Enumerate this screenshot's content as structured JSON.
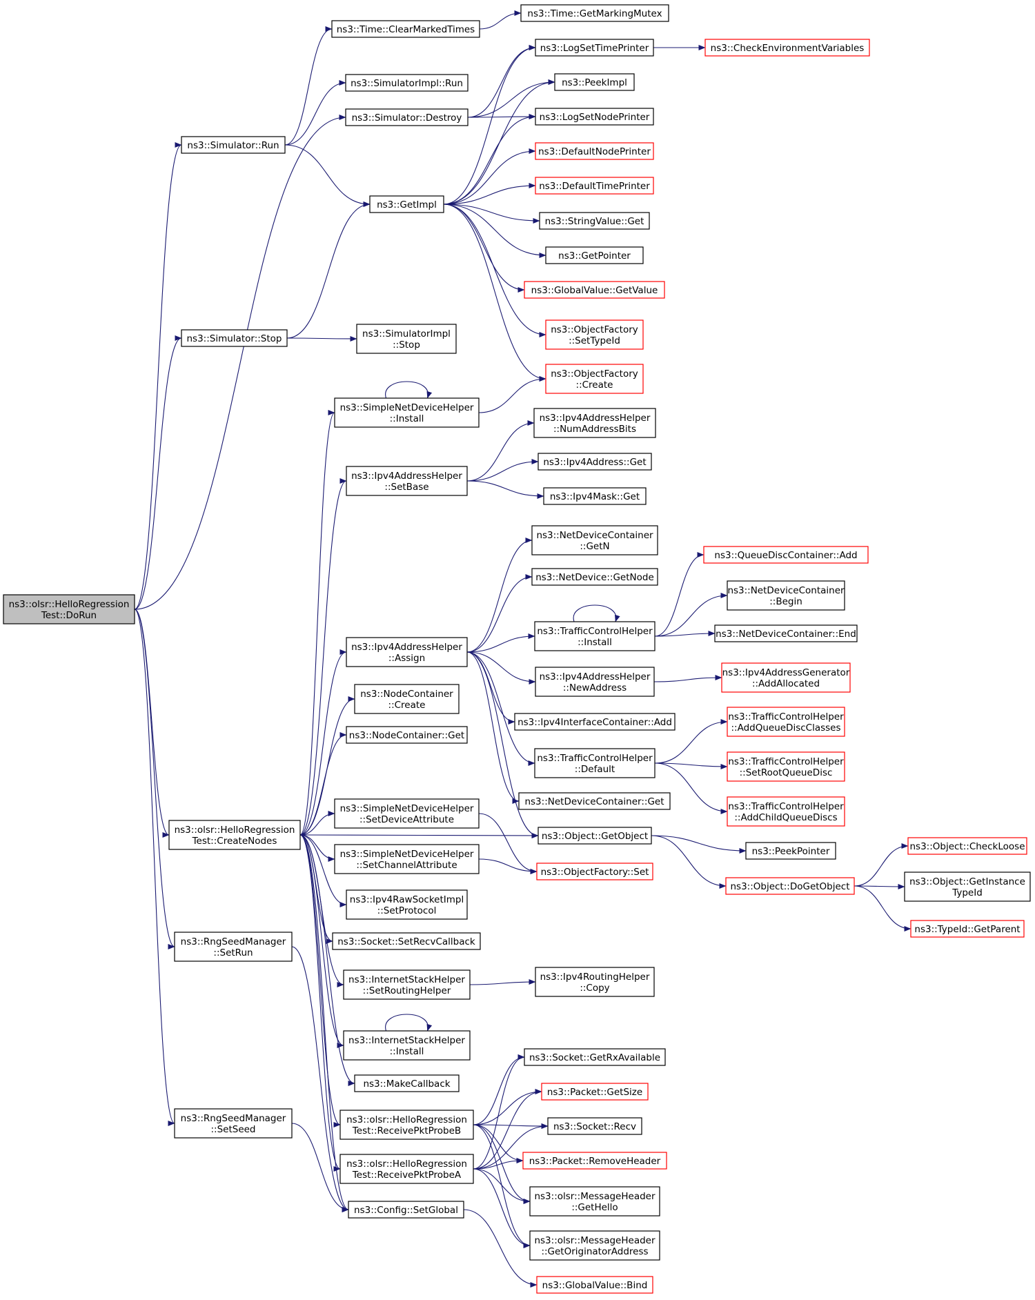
{
  "graph": {
    "title": "",
    "colors": {
      "edge": "#191970",
      "node_border": "#000000",
      "node_truncated_border": "#ff0000",
      "root_fill": "#bfbfbf",
      "node_fill": "#ffffff"
    },
    "nodes": [
      {
        "id": "root",
        "lines": [
          "ns3::olsr::HelloRegression",
          "Test::DoRun"
        ],
        "style": "root"
      },
      {
        "id": "sim_run",
        "lines": [
          "ns3::Simulator::Run"
        ],
        "style": "normal"
      },
      {
        "id": "sim_stop",
        "lines": [
          "ns3::Simulator::Stop"
        ],
        "style": "normal"
      },
      {
        "id": "createnodes",
        "lines": [
          "ns3::olsr::HelloRegression",
          "Test::CreateNodes"
        ],
        "style": "normal"
      },
      {
        "id": "rng_setrun",
        "lines": [
          "ns3::RngSeedManager",
          "::SetRun"
        ],
        "style": "normal"
      },
      {
        "id": "rng_setseed",
        "lines": [
          "ns3::RngSeedManager",
          "::SetSeed"
        ],
        "style": "normal"
      },
      {
        "id": "time_clear",
        "lines": [
          "ns3::Time::ClearMarkedTimes"
        ],
        "style": "normal"
      },
      {
        "id": "simimpl_run",
        "lines": [
          "ns3::SimulatorImpl::Run"
        ],
        "style": "normal"
      },
      {
        "id": "sim_destroy",
        "lines": [
          "ns3::Simulator::Destroy"
        ],
        "style": "normal"
      },
      {
        "id": "getimpl",
        "lines": [
          "ns3::GetImpl"
        ],
        "style": "normal"
      },
      {
        "id": "simimpl_stop",
        "lines": [
          "ns3::SimulatorImpl",
          "::Stop"
        ],
        "style": "normal"
      },
      {
        "id": "sndh_install",
        "lines": [
          "ns3::SimpleNetDeviceHelper",
          "::Install"
        ],
        "style": "normal"
      },
      {
        "id": "ipv4ah_setbase",
        "lines": [
          "ns3::Ipv4AddressHelper",
          "::SetBase"
        ],
        "style": "normal"
      },
      {
        "id": "ipv4ah_assign",
        "lines": [
          "ns3::Ipv4AddressHelper",
          "::Assign"
        ],
        "style": "normal"
      },
      {
        "id": "nc_create",
        "lines": [
          "ns3::NodeContainer",
          "::Create"
        ],
        "style": "normal"
      },
      {
        "id": "nc_get",
        "lines": [
          "ns3::NodeContainer::Get"
        ],
        "style": "normal"
      },
      {
        "id": "sndh_setdev",
        "lines": [
          "ns3::SimpleNetDeviceHelper",
          "::SetDeviceAttribute"
        ],
        "style": "normal"
      },
      {
        "id": "sndh_setchan",
        "lines": [
          "ns3::SimpleNetDeviceHelper",
          "::SetChannelAttribute"
        ],
        "style": "normal"
      },
      {
        "id": "ipv4raw_setproto",
        "lines": [
          "ns3::Ipv4RawSocketImpl",
          "::SetProtocol"
        ],
        "style": "normal"
      },
      {
        "id": "socket_setrecv",
        "lines": [
          "ns3::Socket::SetRecvCallback"
        ],
        "style": "normal"
      },
      {
        "id": "ish_setrouting",
        "lines": [
          "ns3::InternetStackHelper",
          "::SetRoutingHelper"
        ],
        "style": "normal"
      },
      {
        "id": "ish_install",
        "lines": [
          "ns3::InternetStackHelper",
          "::Install"
        ],
        "style": "normal"
      },
      {
        "id": "makecallback",
        "lines": [
          "ns3::MakeCallback"
        ],
        "style": "normal"
      },
      {
        "id": "recv_b",
        "lines": [
          "ns3::olsr::HelloRegression",
          "Test::ReceivePktProbeB"
        ],
        "style": "normal"
      },
      {
        "id": "recv_a",
        "lines": [
          "ns3::olsr::HelloRegression",
          "Test::ReceivePktProbeA"
        ],
        "style": "normal"
      },
      {
        "id": "config_setglobal",
        "lines": [
          "ns3::Config::SetGlobal"
        ],
        "style": "normal"
      },
      {
        "id": "time_mutex",
        "lines": [
          "ns3::Time::GetMarkingMutex"
        ],
        "style": "normal"
      },
      {
        "id": "logsettime",
        "lines": [
          "ns3::LogSetTimePrinter"
        ],
        "style": "normal"
      },
      {
        "id": "peekimpl",
        "lines": [
          "ns3::PeekImpl"
        ],
        "style": "normal"
      },
      {
        "id": "logsetnode",
        "lines": [
          "ns3::LogSetNodePrinter"
        ],
        "style": "normal"
      },
      {
        "id": "defnodeprinter",
        "lines": [
          "ns3::DefaultNodePrinter"
        ],
        "style": "truncated"
      },
      {
        "id": "deftimeprinter",
        "lines": [
          "ns3::DefaultTimePrinter"
        ],
        "style": "truncated"
      },
      {
        "id": "stringvalue_get",
        "lines": [
          "ns3::StringValue::Get"
        ],
        "style": "normal"
      },
      {
        "id": "getpointer",
        "lines": [
          "ns3::GetPointer"
        ],
        "style": "normal"
      },
      {
        "id": "gv_getvalue",
        "lines": [
          "ns3::GlobalValue::GetValue"
        ],
        "style": "truncated"
      },
      {
        "id": "of_settypeid",
        "lines": [
          "ns3::ObjectFactory",
          "::SetTypeId"
        ],
        "style": "truncated"
      },
      {
        "id": "of_create",
        "lines": [
          "ns3::ObjectFactory",
          "::Create"
        ],
        "style": "truncated"
      },
      {
        "id": "checkenv",
        "lines": [
          "ns3::CheckEnvironmentVariables"
        ],
        "style": "truncated"
      },
      {
        "id": "ipv4ah_numbits",
        "lines": [
          "ns3::Ipv4AddressHelper",
          "::NumAddressBits"
        ],
        "style": "normal"
      },
      {
        "id": "ipv4addr_get",
        "lines": [
          "ns3::Ipv4Address::Get"
        ],
        "style": "normal"
      },
      {
        "id": "ipv4mask_get",
        "lines": [
          "ns3::Ipv4Mask::Get"
        ],
        "style": "normal"
      },
      {
        "id": "ndc_getn",
        "lines": [
          "ns3::NetDeviceContainer",
          "::GetN"
        ],
        "style": "normal"
      },
      {
        "id": "nd_getnode",
        "lines": [
          "ns3::NetDevice::GetNode"
        ],
        "style": "normal"
      },
      {
        "id": "tch_install",
        "lines": [
          "ns3::TrafficControlHelper",
          "::Install"
        ],
        "style": "normal"
      },
      {
        "id": "ipv4ah_newaddr",
        "lines": [
          "ns3::Ipv4AddressHelper",
          "::NewAddress"
        ],
        "style": "normal"
      },
      {
        "id": "ipv4ic_add",
        "lines": [
          "ns3::Ipv4InterfaceContainer::Add"
        ],
        "style": "normal"
      },
      {
        "id": "tch_default",
        "lines": [
          "ns3::TrafficControlHelper",
          "::Default"
        ],
        "style": "normal"
      },
      {
        "id": "ndc_get",
        "lines": [
          "ns3::NetDeviceContainer::Get"
        ],
        "style": "normal"
      },
      {
        "id": "obj_getobject",
        "lines": [
          "ns3::Object::GetObject"
        ],
        "style": "normal"
      },
      {
        "id": "of_set",
        "lines": [
          "ns3::ObjectFactory::Set"
        ],
        "style": "truncated"
      },
      {
        "id": "ipv4rh_copy",
        "lines": [
          "ns3::Ipv4RoutingHelper",
          "::Copy"
        ],
        "style": "normal"
      },
      {
        "id": "socket_getrx",
        "lines": [
          "ns3::Socket::GetRxAvailable"
        ],
        "style": "normal"
      },
      {
        "id": "packet_getsize",
        "lines": [
          "ns3::Packet::GetSize"
        ],
        "style": "truncated"
      },
      {
        "id": "socket_recv",
        "lines": [
          "ns3::Socket::Recv"
        ],
        "style": "normal"
      },
      {
        "id": "packet_removeheader",
        "lines": [
          "ns3::Packet::RemoveHeader"
        ],
        "style": "truncated"
      },
      {
        "id": "mh_gethello",
        "lines": [
          "ns3::olsr::MessageHeader",
          "::GetHello"
        ],
        "style": "normal"
      },
      {
        "id": "mh_getorig",
        "lines": [
          "ns3::olsr::MessageHeader",
          "::GetOriginatorAddress"
        ],
        "style": "normal"
      },
      {
        "id": "gv_bind",
        "lines": [
          "ns3::GlobalValue::Bind"
        ],
        "style": "truncated"
      },
      {
        "id": "qdc_add",
        "lines": [
          "ns3::QueueDiscContainer::Add"
        ],
        "style": "truncated"
      },
      {
        "id": "ndc_begin",
        "lines": [
          "ns3::NetDeviceContainer",
          "::Begin"
        ],
        "style": "normal"
      },
      {
        "id": "ndc_end",
        "lines": [
          "ns3::NetDeviceContainer::End"
        ],
        "style": "normal"
      },
      {
        "id": "ipv4ag_addalloc",
        "lines": [
          "ns3::Ipv4AddressGenerator",
          "::AddAllocated"
        ],
        "style": "truncated"
      },
      {
        "id": "tch_addqdclasses",
        "lines": [
          "ns3::TrafficControlHelper",
          "::AddQueueDiscClasses"
        ],
        "style": "truncated"
      },
      {
        "id": "tch_setroot",
        "lines": [
          "ns3::TrafficControlHelper",
          "::SetRootQueueDisc"
        ],
        "style": "truncated"
      },
      {
        "id": "tch_addchild",
        "lines": [
          "ns3::TrafficControlHelper",
          "::AddChildQueueDiscs"
        ],
        "style": "truncated"
      },
      {
        "id": "peekpointer",
        "lines": [
          "ns3::PeekPointer"
        ],
        "style": "normal"
      },
      {
        "id": "obj_dogetobject",
        "lines": [
          "ns3::Object::DoGetObject"
        ],
        "style": "truncated"
      },
      {
        "id": "obj_checkloose",
        "lines": [
          "ns3::Object::CheckLoose"
        ],
        "style": "truncated"
      },
      {
        "id": "obj_getinstancetypeid",
        "lines": [
          "ns3::Object::GetInstance",
          "TypeId"
        ],
        "style": "normal"
      },
      {
        "id": "typeid_getparent",
        "lines": [
          "ns3::TypeId::GetParent"
        ],
        "style": "truncated"
      }
    ],
    "edges": [
      [
        "root",
        "sim_run"
      ],
      [
        "root",
        "sim_destroy"
      ],
      [
        "root",
        "sim_stop"
      ],
      [
        "root",
        "createnodes"
      ],
      [
        "root",
        "rng_setrun"
      ],
      [
        "root",
        "rng_setseed"
      ],
      [
        "sim_run",
        "time_clear"
      ],
      [
        "sim_run",
        "simimpl_run"
      ],
      [
        "sim_run",
        "getimpl"
      ],
      [
        "time_clear",
        "time_mutex"
      ],
      [
        "sim_destroy",
        "logsettime"
      ],
      [
        "sim_destroy",
        "peekimpl"
      ],
      [
        "sim_destroy",
        "logsetnode"
      ],
      [
        "logsettime",
        "checkenv"
      ],
      [
        "getimpl",
        "logsettime"
      ],
      [
        "getimpl",
        "peekimpl"
      ],
      [
        "getimpl",
        "logsetnode"
      ],
      [
        "getimpl",
        "defnodeprinter"
      ],
      [
        "getimpl",
        "deftimeprinter"
      ],
      [
        "getimpl",
        "stringvalue_get"
      ],
      [
        "getimpl",
        "getpointer"
      ],
      [
        "getimpl",
        "gv_getvalue"
      ],
      [
        "getimpl",
        "of_settypeid"
      ],
      [
        "getimpl",
        "of_create"
      ],
      [
        "sim_stop",
        "getimpl"
      ],
      [
        "sim_stop",
        "simimpl_stop"
      ],
      [
        "sndh_install",
        "sndh_install"
      ],
      [
        "sndh_install",
        "of_create"
      ],
      [
        "ipv4ah_setbase",
        "ipv4ah_numbits"
      ],
      [
        "ipv4ah_setbase",
        "ipv4addr_get"
      ],
      [
        "ipv4ah_setbase",
        "ipv4mask_get"
      ],
      [
        "ipv4ah_assign",
        "ndc_getn"
      ],
      [
        "ipv4ah_assign",
        "nd_getnode"
      ],
      [
        "ipv4ah_assign",
        "tch_install"
      ],
      [
        "ipv4ah_assign",
        "ipv4ah_newaddr"
      ],
      [
        "ipv4ah_assign",
        "ipv4ic_add"
      ],
      [
        "ipv4ah_assign",
        "tch_default"
      ],
      [
        "ipv4ah_assign",
        "ndc_get"
      ],
      [
        "ipv4ah_assign",
        "obj_getobject"
      ],
      [
        "tch_install",
        "tch_install"
      ],
      [
        "tch_install",
        "qdc_add"
      ],
      [
        "tch_install",
        "ndc_begin"
      ],
      [
        "tch_install",
        "ndc_end"
      ],
      [
        "ipv4ah_newaddr",
        "ipv4ag_addalloc"
      ],
      [
        "tch_default",
        "tch_addqdclasses"
      ],
      [
        "tch_default",
        "tch_setroot"
      ],
      [
        "tch_default",
        "tch_addchild"
      ],
      [
        "obj_getobject",
        "peekpointer"
      ],
      [
        "obj_getobject",
        "obj_dogetobject"
      ],
      [
        "obj_dogetobject",
        "obj_checkloose"
      ],
      [
        "obj_dogetobject",
        "obj_getinstancetypeid"
      ],
      [
        "obj_dogetobject",
        "typeid_getparent"
      ],
      [
        "createnodes",
        "sndh_install"
      ],
      [
        "createnodes",
        "ipv4ah_setbase"
      ],
      [
        "createnodes",
        "ipv4ah_assign"
      ],
      [
        "createnodes",
        "nc_create"
      ],
      [
        "createnodes",
        "nc_get"
      ],
      [
        "createnodes",
        "obj_getobject"
      ],
      [
        "createnodes",
        "sndh_setdev"
      ],
      [
        "createnodes",
        "sndh_setchan"
      ],
      [
        "createnodes",
        "ipv4raw_setproto"
      ],
      [
        "createnodes",
        "socket_setrecv"
      ],
      [
        "createnodes",
        "ish_setrouting"
      ],
      [
        "createnodes",
        "ish_install"
      ],
      [
        "createnodes",
        "makecallback"
      ],
      [
        "createnodes",
        "recv_b"
      ],
      [
        "createnodes",
        "recv_a"
      ],
      [
        "createnodes",
        "config_setglobal"
      ],
      [
        "sndh_setdev",
        "of_set"
      ],
      [
        "sndh_setchan",
        "of_set"
      ],
      [
        "ish_setrouting",
        "ipv4rh_copy"
      ],
      [
        "ish_install",
        "ish_install"
      ],
      [
        "recv_b",
        "socket_getrx"
      ],
      [
        "recv_b",
        "packet_getsize"
      ],
      [
        "recv_b",
        "socket_recv"
      ],
      [
        "recv_b",
        "packet_removeheader"
      ],
      [
        "recv_b",
        "mh_gethello"
      ],
      [
        "recv_b",
        "mh_getorig"
      ],
      [
        "recv_a",
        "socket_getrx"
      ],
      [
        "recv_a",
        "packet_getsize"
      ],
      [
        "recv_a",
        "socket_recv"
      ],
      [
        "recv_a",
        "packet_removeheader"
      ],
      [
        "recv_a",
        "mh_gethello"
      ],
      [
        "recv_a",
        "mh_getorig"
      ],
      [
        "rng_setrun",
        "config_setglobal"
      ],
      [
        "rng_setseed",
        "config_setglobal"
      ],
      [
        "config_setglobal",
        "gv_bind"
      ]
    ]
  }
}
